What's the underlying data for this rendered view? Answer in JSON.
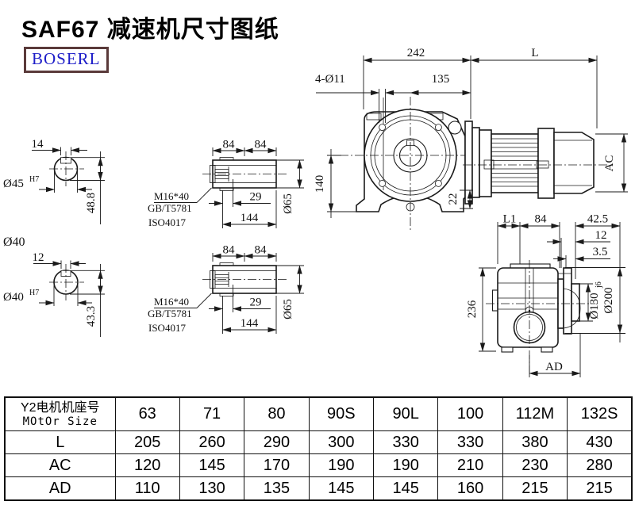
{
  "title": "SAF67 减速机尺寸图纸",
  "logo": {
    "text": "BOSERL"
  },
  "colors": {
    "line": "#1a1a1a",
    "logo_text": "#1d1dc8",
    "logo_border": "#5a3a3a"
  },
  "dims": {
    "front_view": {
      "overall_width": "242",
      "motor_length": "L",
      "holes": "4-Ø11",
      "hole_offset": "135",
      "axis_height": "140",
      "step": "22",
      "motor_height": "AC"
    },
    "side_view": {
      "l1": "L1",
      "seg84": "84",
      "d425": "42.5",
      "d12": "12",
      "d35": "3.5",
      "height": "236",
      "spigot_dia": "Ø130",
      "spigot_tol": "j6",
      "flange_dia": "Ø200",
      "ad": "AD"
    },
    "section_top": {
      "key_width": "14",
      "bore": "Ø45",
      "bore_tol": "H7",
      "key_depth": "48.8"
    },
    "shaft_dia_label": "Ø40",
    "section_bottom": {
      "key_width": "12",
      "bore": "Ø40",
      "bore_tol": "H7",
      "key_depth": "43.3"
    },
    "hollow_shaft_top": {
      "seg1": "84",
      "seg2": "84",
      "bolt_depth": "29",
      "length": "144",
      "dia": "Ø65",
      "bolt": "M16*40",
      "std1": "GB/T5781",
      "std2": "ISO4017"
    },
    "hollow_shaft_bottom": {
      "seg1": "84",
      "seg2": "84",
      "bolt_depth": "29",
      "length": "144",
      "dia": "Ø65",
      "bolt": "M16*40",
      "std1": "GB/T5781",
      "std2": "ISO4017"
    }
  },
  "table": {
    "header": {
      "line1": "Y2电机机座号",
      "line2": "MOtOr Size"
    },
    "columns": [
      "63",
      "71",
      "80",
      "90S",
      "90L",
      "100",
      "112M",
      "132S"
    ],
    "rows": [
      {
        "label": "L",
        "values": [
          "205",
          "260",
          "290",
          "300",
          "330",
          "330",
          "380",
          "430"
        ]
      },
      {
        "label": "AC",
        "values": [
          "120",
          "145",
          "170",
          "190",
          "190",
          "210",
          "230",
          "280"
        ]
      },
      {
        "label": "AD",
        "values": [
          "110",
          "130",
          "135",
          "145",
          "145",
          "160",
          "215",
          "215"
        ]
      }
    ]
  }
}
